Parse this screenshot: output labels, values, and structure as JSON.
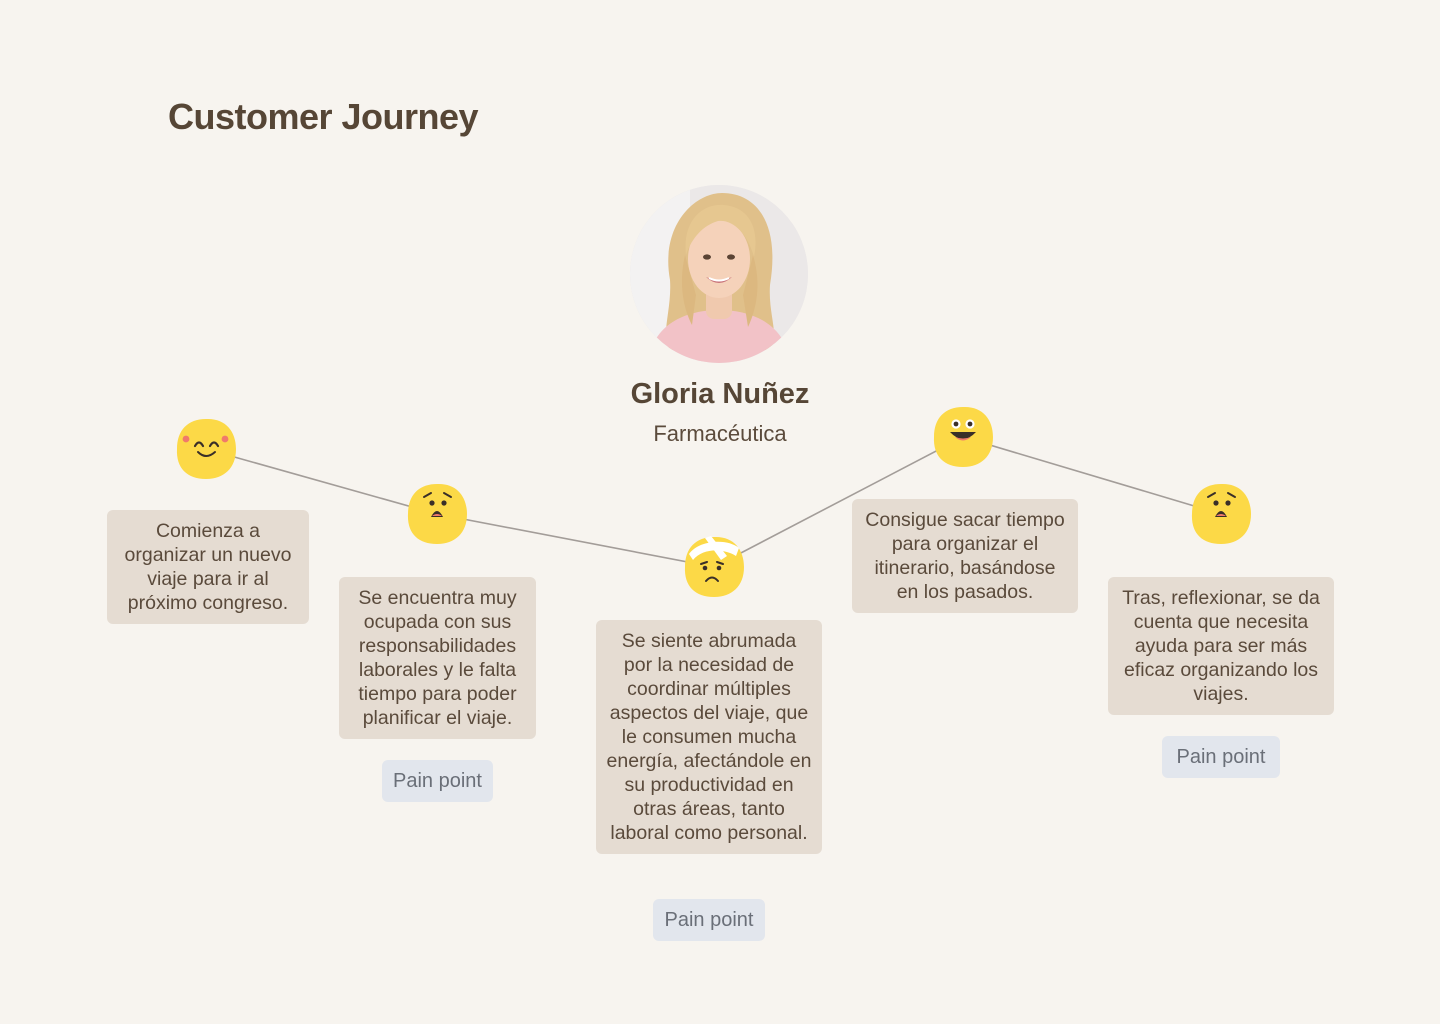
{
  "page": {
    "title": "Customer Journey"
  },
  "persona": {
    "name": "Gloria Nuñez",
    "role": "Farmacéutica"
  },
  "steps": [
    {
      "emotion": "happy-blushing-face-icon",
      "text": "Comienza a organizar un nuevo viaje para ir al próximo congreso.",
      "pain_point": ""
    },
    {
      "emotion": "worried-face-icon",
      "text": "Se encuentra muy ocupada con sus responsabilidades laborales y le falta tiempo para poder planificar el viaje.",
      "pain_point": "Pain point"
    },
    {
      "emotion": "bandaged-sad-face-icon",
      "text": "Se siente abrumada por la necesidad de coordinar múltiples aspectos del viaje, que le consumen mucha energía, afectándole en su productividad en otras áreas, tanto laboral como personal.",
      "pain_point": "Pain point"
    },
    {
      "emotion": "excited-face-icon",
      "text": "Consigue sacar tiempo para organizar el itinerario, basándose en los pasados.",
      "pain_point": ""
    },
    {
      "emotion": "worried-face-icon",
      "text": "Tras, reflexionar, se da cuenta que necesita ayuda para ser más eficaz organizando los viajes.",
      "pain_point": "Pain point"
    }
  ],
  "colors": {
    "background": "#f7f4ef",
    "card": "#e5dcd2",
    "pain_tag": "#e2e6ed",
    "emoji": "#fcd947",
    "line": "#a39d99"
  }
}
